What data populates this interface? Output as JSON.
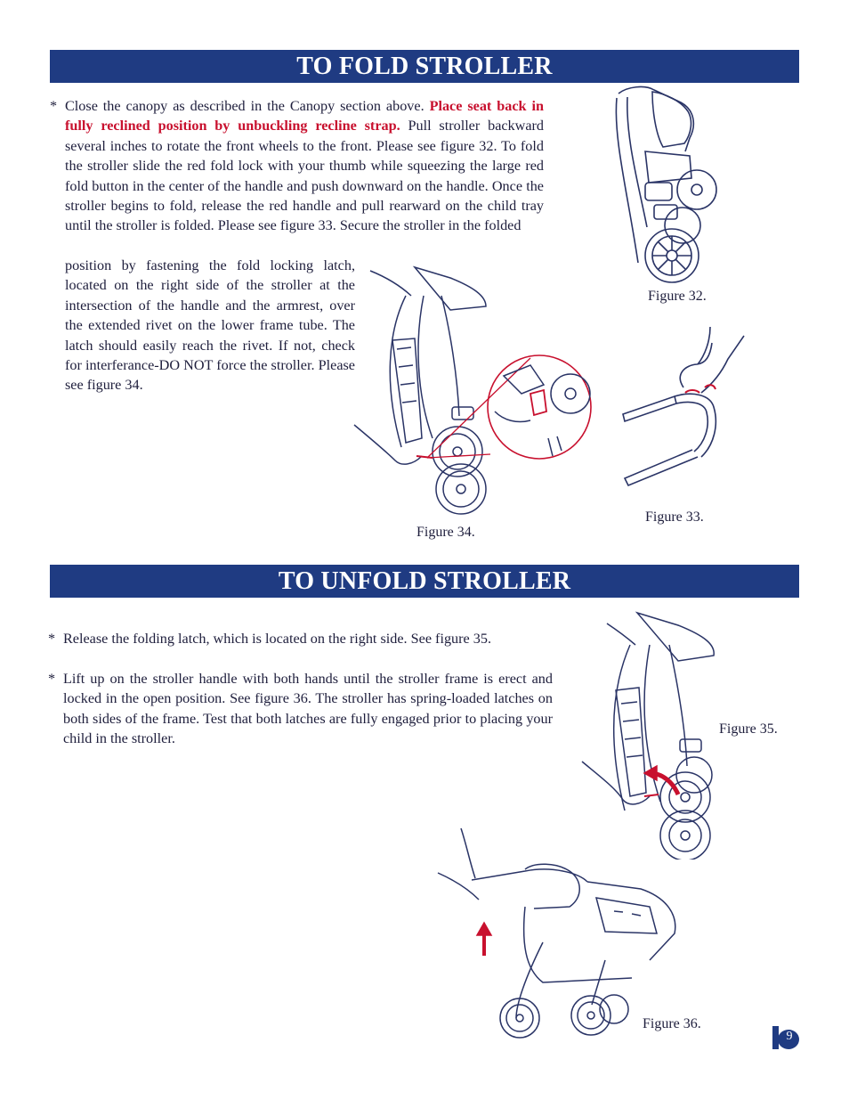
{
  "fold": {
    "title": "TO FOLD STROLLER",
    "bullet": "*",
    "text_a": "Close the canopy as described in the Canopy section above.  ",
    "text_red": "Place seat back in fully reclined position by unbuckling recline strap.",
    "text_b": "  Pull stroller backward several inches to rotate the front wheels to the front. Please see figure 32.  To fold the stroller slide the red fold lock with your thumb while squeezing the large red fold button in the center of the handle and push downward on the handle.  Once the stroller begins to fold, release the red handle and pull rearward on the child tray until the stroller is folded.  Please see figure 33.  Secure the stroller in the folded",
    "text_c": "position by fastening the fold locking latch, located on the right side of the stroller at the intersection of the handle and the armrest, over the extended rivet on the lower frame tube.  The latch should easily reach the rivet. If not, check for interferance-DO NOT force the stroller. Please see figure 34."
  },
  "unfold": {
    "title": "TO UNFOLD STROLLER",
    "bullet": "*",
    "item1": "Release the folding latch, which is located on the right side.  See figure 35.",
    "item2": "Lift up on the stroller handle with both hands until the stroller frame is erect and locked in the open position. See figure 36.  The stroller has spring-loaded latches on both sides of the frame.  Test that both latches are fully engaged prior to placing your child in the stroller."
  },
  "figures": {
    "fig32": "Figure 32.",
    "fig33": "Figure 33.",
    "fig34": "Figure 34.",
    "fig35": "Figure 35.",
    "fig36": "Figure 36."
  },
  "page": {
    "number": "9"
  },
  "colors": {
    "banner": "#1f3b82",
    "accent_red": "#c8102e",
    "ink": "#2a3466"
  },
  "icons": {
    "page_badge": "brand-b-logo-icon"
  }
}
